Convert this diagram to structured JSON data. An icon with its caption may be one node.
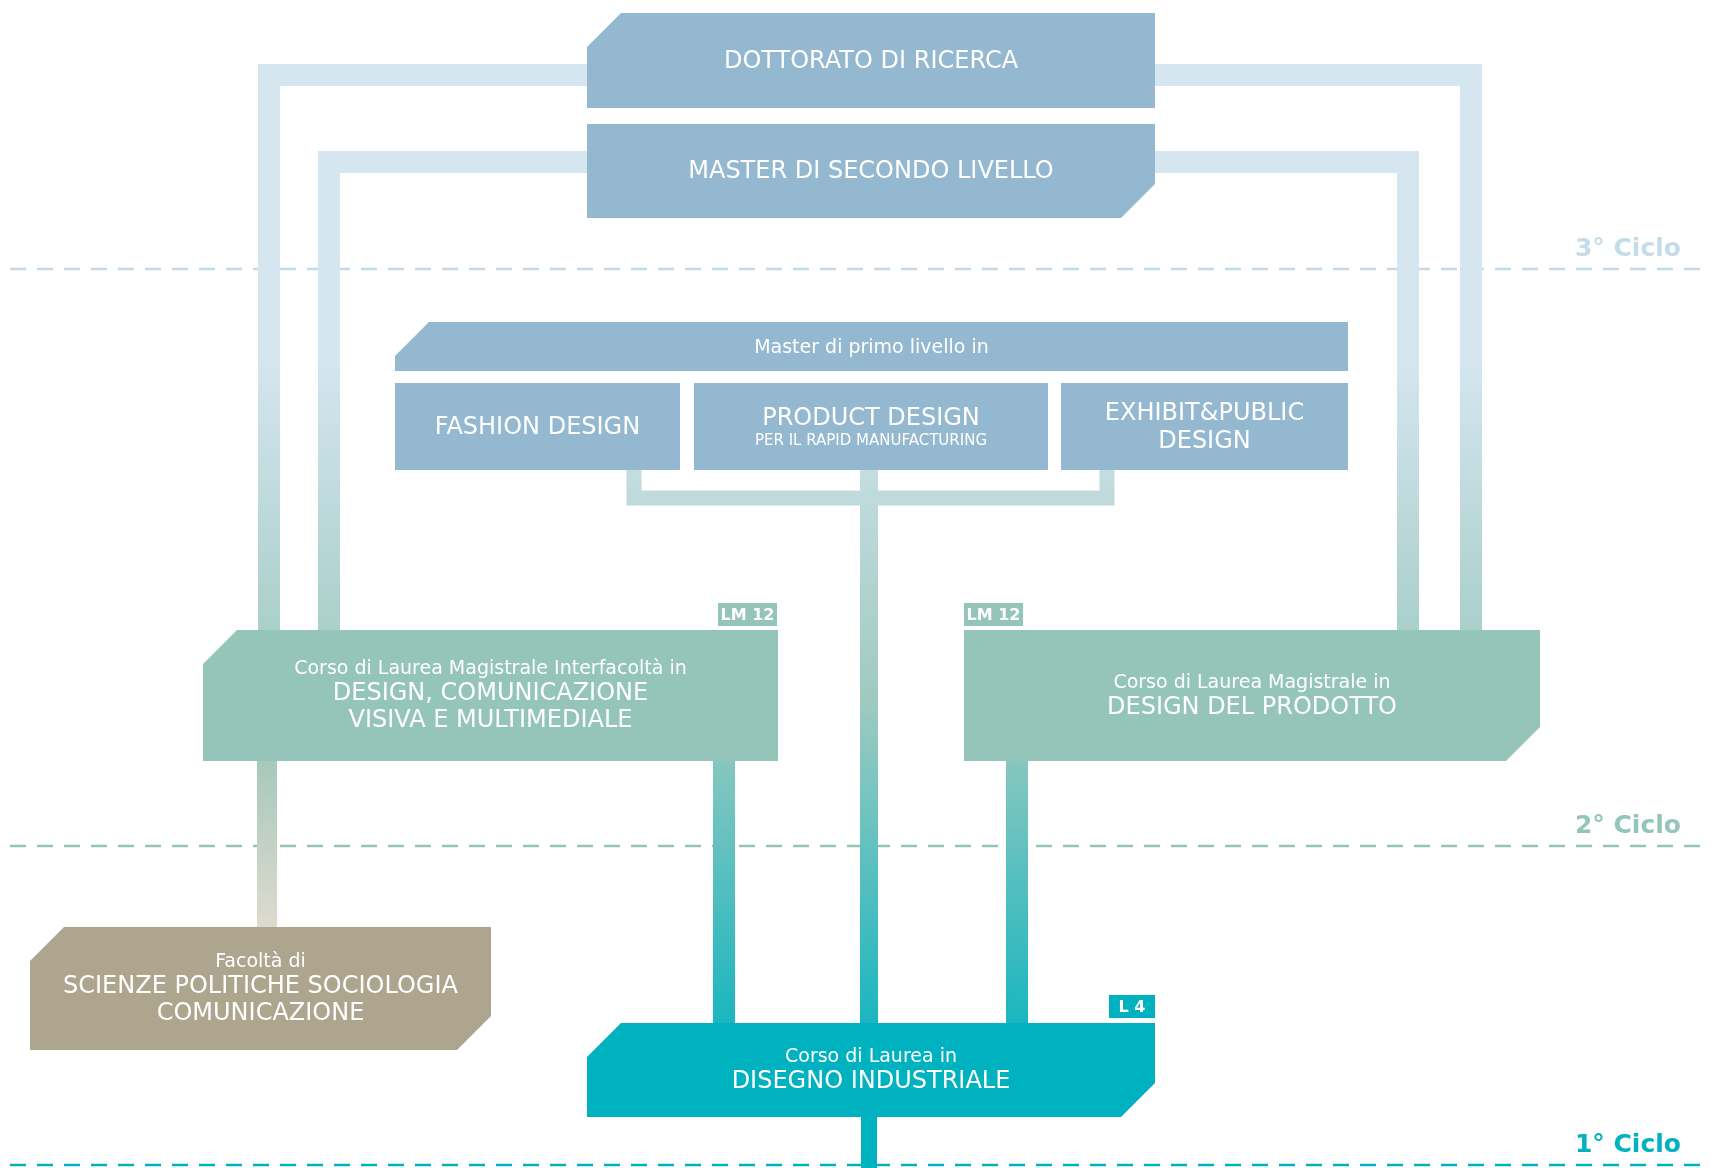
{
  "diagram": {
    "nodes": [
      {
        "text": [
          "DOTTORATO DI RICERCA"
        ]
      },
      {
        "text": [
          "MASTER DI SECONDO LIVELLO"
        ]
      },
      {
        "text": [
          "Master di primo livello in"
        ]
      },
      {
        "text": [
          "FASHION DESIGN"
        ]
      },
      {
        "text": [
          "PRODUCT DESIGN",
          "PER IL RAPID MANUFACTURING"
        ]
      },
      {
        "text": [
          "EXHIBIT&PUBLIC DESIGN"
        ]
      },
      {
        "text": [
          "Corso di Laurea Magistrale Interfacoltà in",
          "DESIGN, COMUNICAZIONE VISIVA E MULTIMEDIALE"
        ],
        "beside": [
          "LM 12"
        ]
      },
      {
        "text": [
          "Corso di Laurea Magistrale in",
          "DESIGN DEL PRODOTTO"
        ],
        "beside": [
          "LM 12"
        ]
      },
      {
        "text": [
          "Facoltà di",
          "SCIENZE POLITICHE SOCIOLOGIA COMUNICAZIONE"
        ]
      },
      {
        "text": [
          "Corso di Laurea in",
          "DISEGNO INDUSTRIALE"
        ],
        "beside": [
          "L 4"
        ]
      }
    ],
    "edges": [
      {
        "from": 6,
        "to": 0,
        "arrow": "none"
      },
      {
        "from": 6,
        "to": 1,
        "arrow": "none"
      },
      {
        "from": 7,
        "to": 0,
        "arrow": "none"
      },
      {
        "from": 7,
        "to": 1,
        "arrow": "none"
      },
      {
        "from": 8,
        "to": 6,
        "arrow": "none"
      },
      {
        "from": 9,
        "to": 6,
        "arrow": "none"
      },
      {
        "from": 9,
        "to": 7,
        "arrow": "none"
      },
      {
        "from": 9,
        "to": 3,
        "arrow": "none"
      },
      {
        "from": 9,
        "to": 4,
        "arrow": "none"
      },
      {
        "from": 9,
        "to": 5,
        "arrow": "none"
      },
      {
        "from": null,
        "to": 9,
        "arrow": "none"
      }
    ],
    "labels": [
      "3° Ciclo",
      "2° Ciclo",
      "1° Ciclo"
    ]
  }
}
